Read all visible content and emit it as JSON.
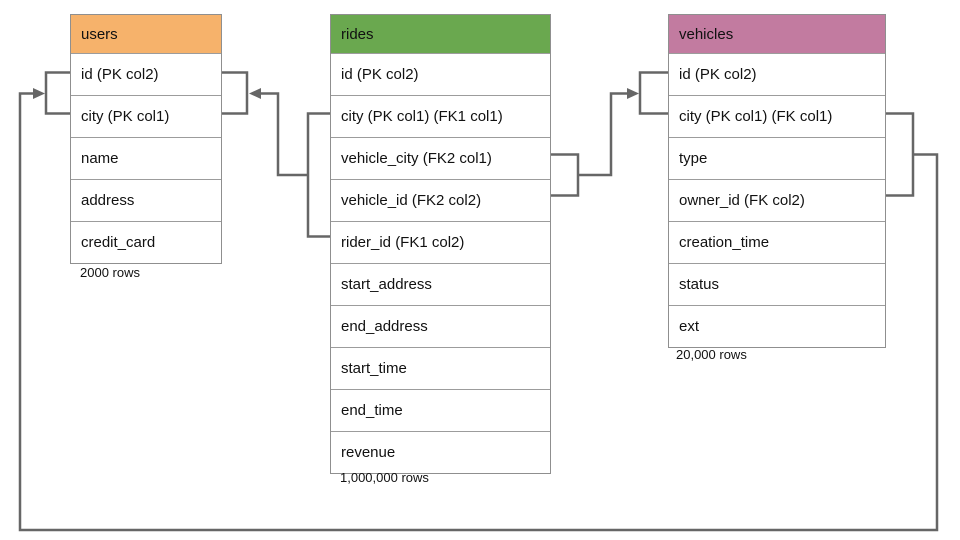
{
  "diagram": {
    "line_color": "#666666",
    "tables": [
      {
        "name": "users",
        "header_color": "#F6B26B",
        "rows_label": "2000 rows",
        "columns": [
          "id (PK col2)",
          "city (PK col1)",
          "name",
          "address",
          "credit_card"
        ]
      },
      {
        "name": "rides",
        "header_color": "#6AA84F",
        "rows_label": "1,000,000 rows",
        "columns": [
          "id (PK col2)",
          "city (PK col1) (FK1 col1)",
          "vehicle_city (FK2 col1)",
          "vehicle_id (FK2 col2)",
          "rider_id (FK1 col2)",
          "start_address",
          "end_address",
          "start_time",
          "end_time",
          "revenue"
        ]
      },
      {
        "name": "vehicles",
        "header_color": "#C27BA0",
        "rows_label": "20,000 rows",
        "columns": [
          "id (PK col2)",
          "city (PK col1) (FK col1)",
          "type",
          "owner_id (FK col2)",
          "creation_time",
          "status",
          "ext"
        ]
      }
    ]
  }
}
